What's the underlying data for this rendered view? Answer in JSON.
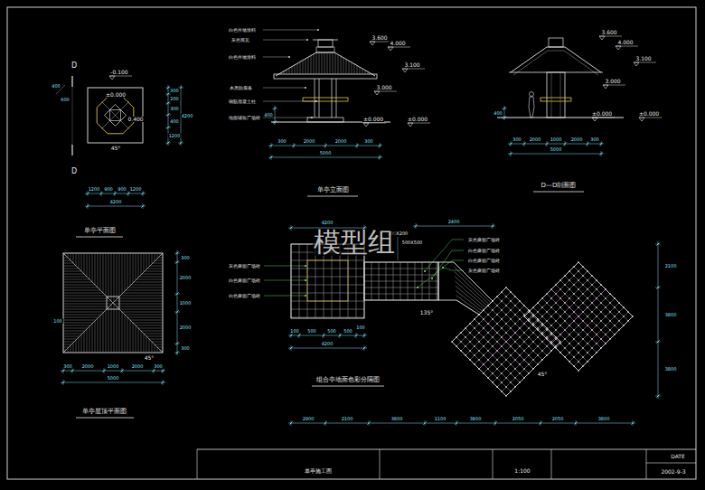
{
  "diagram": {
    "labels": [
      "D",
      "-0.100",
      "±0.000",
      "0.400",
      "45°",
      "D",
      "400",
      "600",
      "300",
      "200",
      "300",
      "400",
      "1200",
      "4200",
      "1200",
      "900",
      "900",
      "1200",
      "4200",
      "单亭平面图",
      "白色外墙涂料",
      "灰色筒瓦",
      "白色外墙涂料",
      "木质防腐条",
      "钢筋混凝土柱",
      "地面铺装广场砖",
      "3.600",
      "4.000",
      "3.100",
      "3.000",
      "±0.000",
      "±0.000",
      "400",
      "300",
      "2000",
      "2000",
      "300",
      "5000",
      "单亭立面图",
      "3.600",
      "4.000",
      "3.100",
      "3.000",
      "±0.000",
      "±0.000",
      "400",
      "300",
      "2000",
      "1000",
      "2000",
      "300",
      "5000",
      "D—D剖面图",
      "300",
      "2000",
      "1000",
      "2000",
      "300",
      "5000",
      "300",
      "2000",
      "1000",
      "2000",
      "300",
      "100",
      "45°",
      "单亭屋顶平面图",
      "4200",
      "2400",
      "100X200",
      "500X500",
      "灰色麻面广场砖",
      "白色麻面广场砖",
      "白色麻面广场砖",
      "灰色麻面广场砖",
      "白色麻面广场砖",
      "白色麻面广场砖",
      "灰色麻面广场砖",
      "135°",
      "45°",
      "100",
      "500",
      "500",
      "500",
      "100",
      "4200",
      "组合亭地面色彩分隔图",
      "2900",
      "2100",
      "3800",
      "1100",
      "3800",
      "2050",
      "2050",
      "3800",
      "2100",
      "3800",
      "3800",
      "模型组",
      "单亭施工图",
      "1:100",
      "DATE",
      "2002-9-3"
    ]
  }
}
